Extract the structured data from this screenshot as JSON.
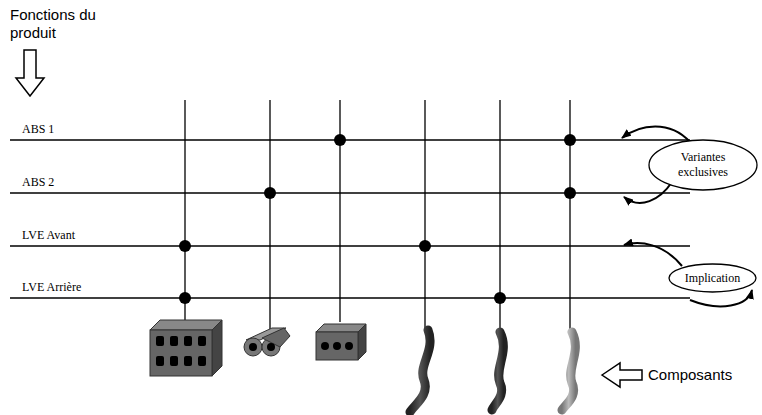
{
  "diagram": {
    "nodes": [
      {
        "text": [
          "Variantes exclusives"
        ]
      },
      {
        "text": [
          "Implication"
        ]
      }
    ],
    "labels": [
      "Fonctions du produit",
      "ABS 1",
      "ABS 2",
      "LVE Avant",
      "LVE Arrière",
      "Composants"
    ]
  }
}
